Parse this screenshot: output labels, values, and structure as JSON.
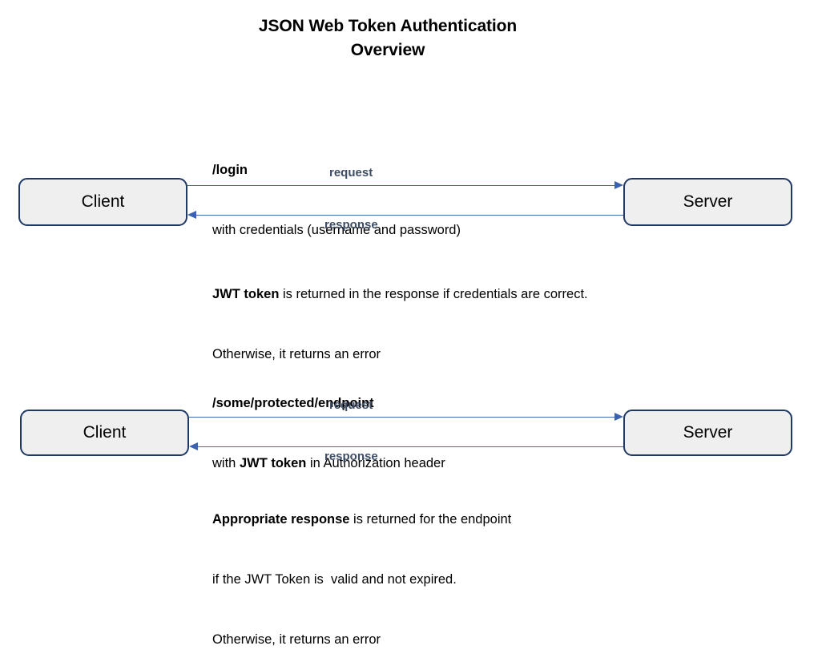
{
  "title": {
    "line1": "JSON Web Token Authentication",
    "line2": "Overview"
  },
  "colors": {
    "background": "#ffffff",
    "node_border": "#203864",
    "node_fill": "#EFEFEF",
    "arrow": "#4169B5",
    "arrow_label": "#3E4E67",
    "text": "#000000"
  },
  "flows": [
    {
      "name": "login-flow",
      "client_label": "Client",
      "server_label": "Server",
      "request_label": "request",
      "response_label": "response",
      "header": {
        "line1_bold": "/login",
        "line2": "with credentials (username and password)"
      },
      "footer": {
        "line1_bold": "JWT token",
        "line1_rest": " is returned in the response if credentials are correct.",
        "line2": "Otherwise, it returns an error"
      }
    },
    {
      "name": "protected-endpoint-flow",
      "client_label": "Client",
      "server_label": "Server",
      "request_label": "request",
      "response_label": "response",
      "header": {
        "line1_bold": "/some/protected/endpoint",
        "line2_pre": "with ",
        "line2_bold": "JWT token",
        "line2_post": " in Authorization header"
      },
      "footer": {
        "line1_bold": "Appropriate response",
        "line1_rest": " is returned for the endpoint",
        "line2": "if the JWT Token is  valid and not expired.",
        "line3": "Otherwise, it returns an error"
      }
    }
  ]
}
